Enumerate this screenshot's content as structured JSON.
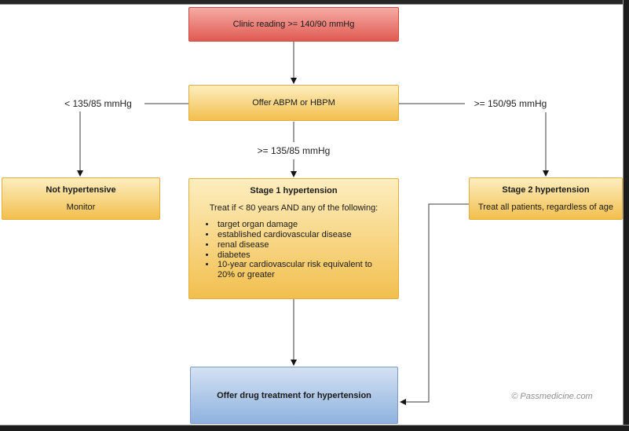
{
  "flowchart": {
    "nodes": {
      "clinic": {
        "label": "Clinic reading >= 140/90 mmHg"
      },
      "abpm": {
        "label": "Offer ABPM or HBPM"
      },
      "not_htn": {
        "title": "Not hypertensive",
        "subtitle": "Monitor"
      },
      "stage1": {
        "title": "Stage 1 hypertension",
        "subtitle": "Treat if < 80 years AND any of the following:",
        "bullets": [
          "target organ damage",
          "established cardiovascular disease",
          "renal disease",
          "diabetes",
          "10-year cardiovascular risk equivalent to 20% or greater"
        ]
      },
      "stage2": {
        "title": "Stage 2 hypertension",
        "subtitle": "Treat all patients, regardless of age"
      },
      "drug": {
        "label": "Offer drug treatment for hypertension"
      }
    },
    "edge_labels": {
      "left": "< 135/85 mmHg",
      "middle": ">= 135/85 mmHg",
      "right": ">= 150/95 mmHg"
    },
    "colors": {
      "node_red_top": "#f5aba4",
      "node_red_bottom": "#e05a52",
      "node_yellow_top": "#fdeebf",
      "node_yellow_bottom": "#f2bf4e",
      "node_blue_top": "#d4e1f3",
      "node_blue_bottom": "#8fb2de",
      "connector": "#3c3c3c",
      "frame": "#1c1c1c",
      "background": "#ffffff"
    }
  },
  "credit": "© Passmedicine.com"
}
